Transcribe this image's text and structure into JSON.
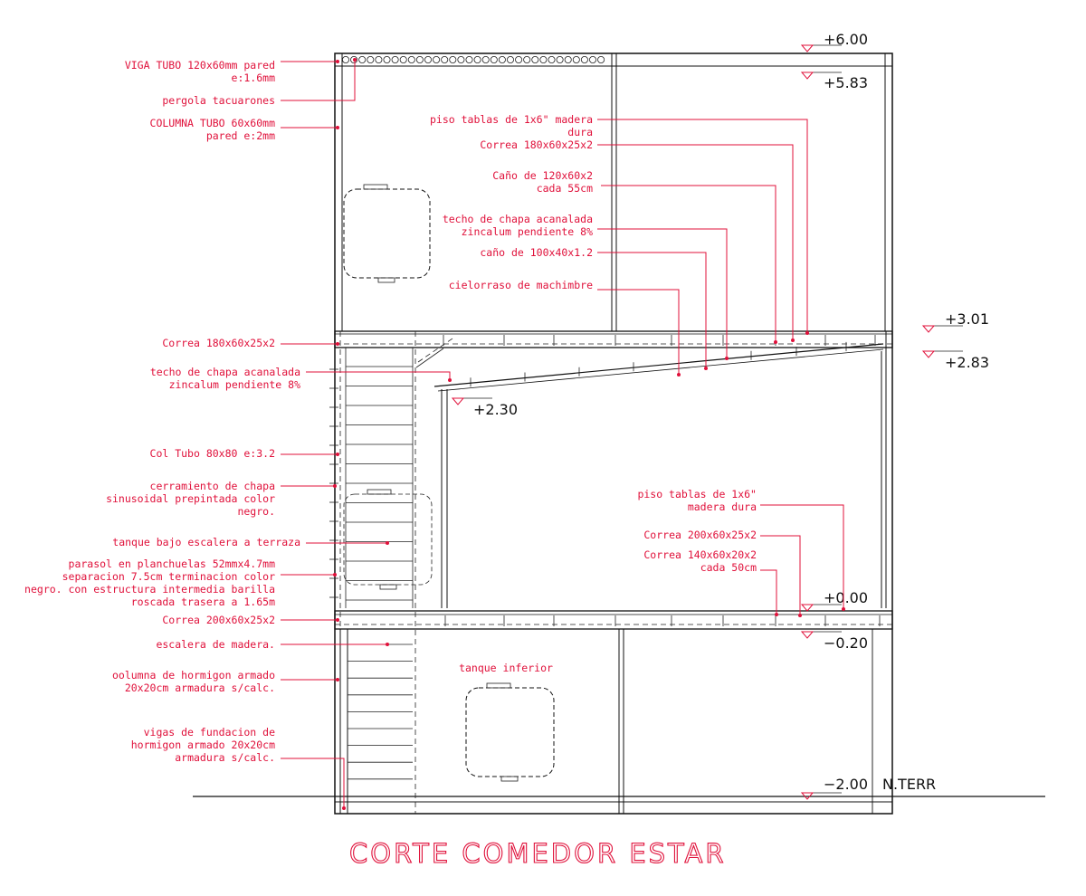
{
  "title": "CORTE COMEDOR ESTAR",
  "levels": {
    "l600": "+6.00",
    "l583": "+5.83",
    "l301": "+3.01",
    "l283": "+2.83",
    "l230": "+2.30",
    "l000": "+0.00",
    "l020": "−0.20",
    "l200": "−2.00",
    "nterr": "N.TERR"
  },
  "labels_left": {
    "viga_tubo_1": "VIGA TUBO 120x60mm pared",
    "viga_tubo_2": "e:1.6mm",
    "pergola": "pergola tacuarones",
    "columna_tubo_1": "COLUMNA TUBO 60x60mm",
    "columna_tubo_2": "pared e:2mm",
    "correa_upper": "Correa 180x60x25x2",
    "techo_chapa_1": "techo de chapa acanalada",
    "techo_chapa_2": "zincalum pendiente 8%",
    "col_tubo": "Col Tubo 80x80 e:3.2",
    "cerramiento_1": "cerramiento de chapa",
    "cerramiento_2": "sinusoidal prepintada color",
    "cerramiento_3": "negro.",
    "tanque_bajo": "tanque bajo escalera a terraza",
    "parasol_1": "parasol en planchuelas 52mmx4.7mm",
    "parasol_2": "separacion 7.5cm terminacion color",
    "parasol_3": "negro. con estructura intermedia barilla",
    "parasol_4": "roscada trasera a 1.65m",
    "correa_lower": "Correa 200x60x25x2",
    "escalera": "escalera de madera.",
    "columna_hormigon_1": "oolumna de hormigon armado",
    "columna_hormigon_2": "20x20cm armadura s/calc.",
    "vigas_fundacion_1": "vigas de fundacion de",
    "vigas_fundacion_2": "hormigon armado 20x20cm",
    "vigas_fundacion_3": "armadura s/calc."
  },
  "labels_right": {
    "piso_upper_1": "piso tablas de 1x6\" madera",
    "piso_upper_2": "dura",
    "correa_upper_r": "Correa 180x60x25x2",
    "cano_120_1": "Caño de 120x60x2",
    "cano_120_2": "cada 55cm",
    "techo_r_1": "techo de chapa acanalada",
    "techo_r_2": "zincalum pendiente 8%",
    "cano_100": "caño de 100x40x1.2",
    "cielorraso": "cielorraso de machimbre",
    "piso_lower_1": "piso tablas de 1x6\"",
    "piso_lower_2": "madera dura",
    "correa_200_r": "Correa 200x60x25x2",
    "correa_140_1": "Correa 140x60x20x2",
    "correa_140_2": "cada 50cm"
  },
  "tanque_inferior": "tanque inferior",
  "colors": {
    "annotation": "#e0103a",
    "linework": "#111111"
  }
}
